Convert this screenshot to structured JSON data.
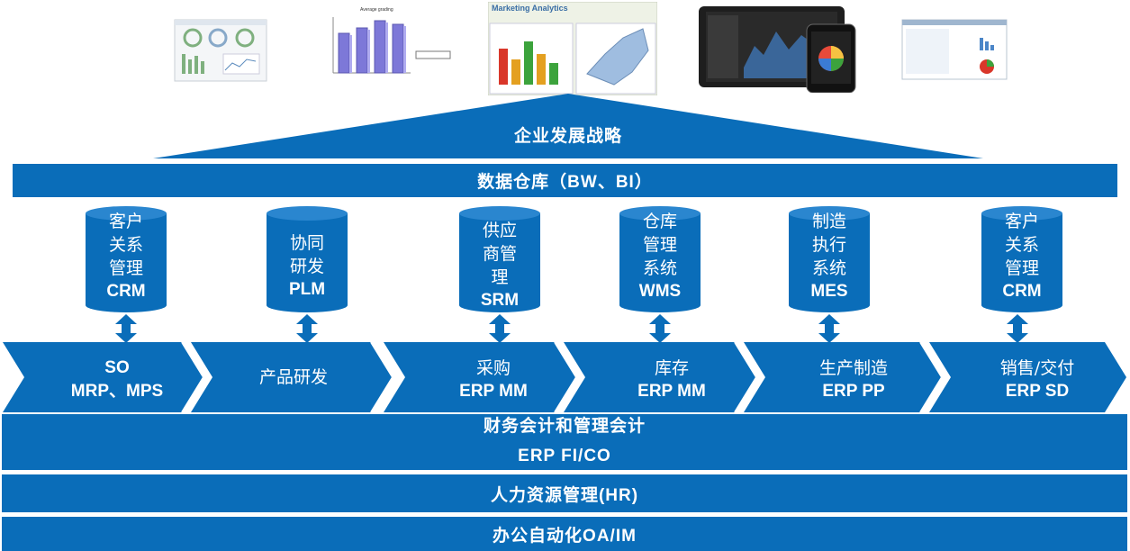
{
  "screenshots": [
    {
      "name": "dashboard-thumbnail"
    },
    {
      "name": "bar-chart-thumbnail",
      "title": "Average grading"
    },
    {
      "name": "marketing-analytics-thumbnail",
      "title": "Marketing Analytics"
    },
    {
      "name": "tablet-phone-thumbnail"
    },
    {
      "name": "report-thumbnail"
    }
  ],
  "strategy": {
    "label": "企业发展战略"
  },
  "data_warehouse": {
    "label": "数据仓库（BW、BI）"
  },
  "systems": [
    {
      "lines": [
        "客户",
        "关系",
        "管理"
      ],
      "code": "CRM"
    },
    {
      "lines": [
        "协同",
        "研发"
      ],
      "code": "PLM"
    },
    {
      "lines": [
        "供应",
        "商管",
        "理"
      ],
      "code": "SRM"
    },
    {
      "lines": [
        "仓库",
        "管理",
        "系统"
      ],
      "code": "WMS"
    },
    {
      "lines": [
        "制造",
        "执行",
        "系统"
      ],
      "code": "MES"
    },
    {
      "lines": [
        "客户",
        "关系",
        "管理"
      ],
      "code": "CRM"
    }
  ],
  "process": [
    {
      "zh": "",
      "code": "SO",
      "code2": "MRP、MPS"
    },
    {
      "zh": "产品研发",
      "code": "",
      "code2": ""
    },
    {
      "zh": "采购",
      "code": "ERP MM",
      "code2": ""
    },
    {
      "zh": "库存",
      "code": "ERP MM",
      "code2": ""
    },
    {
      "zh": "生产制造",
      "code": "ERP PP",
      "code2": ""
    },
    {
      "zh": "销售/交付",
      "code": "ERP SD",
      "code2": ""
    }
  ],
  "finance": {
    "line1": "财务会计和管理会计",
    "line2": "ERP FI/CO"
  },
  "hr": {
    "label": "人力资源管理(HR)"
  },
  "oa": {
    "label": "办公自动化OA/IM"
  },
  "colors": {
    "primary": "#0a6db9",
    "arrow": "#0a6db9"
  }
}
